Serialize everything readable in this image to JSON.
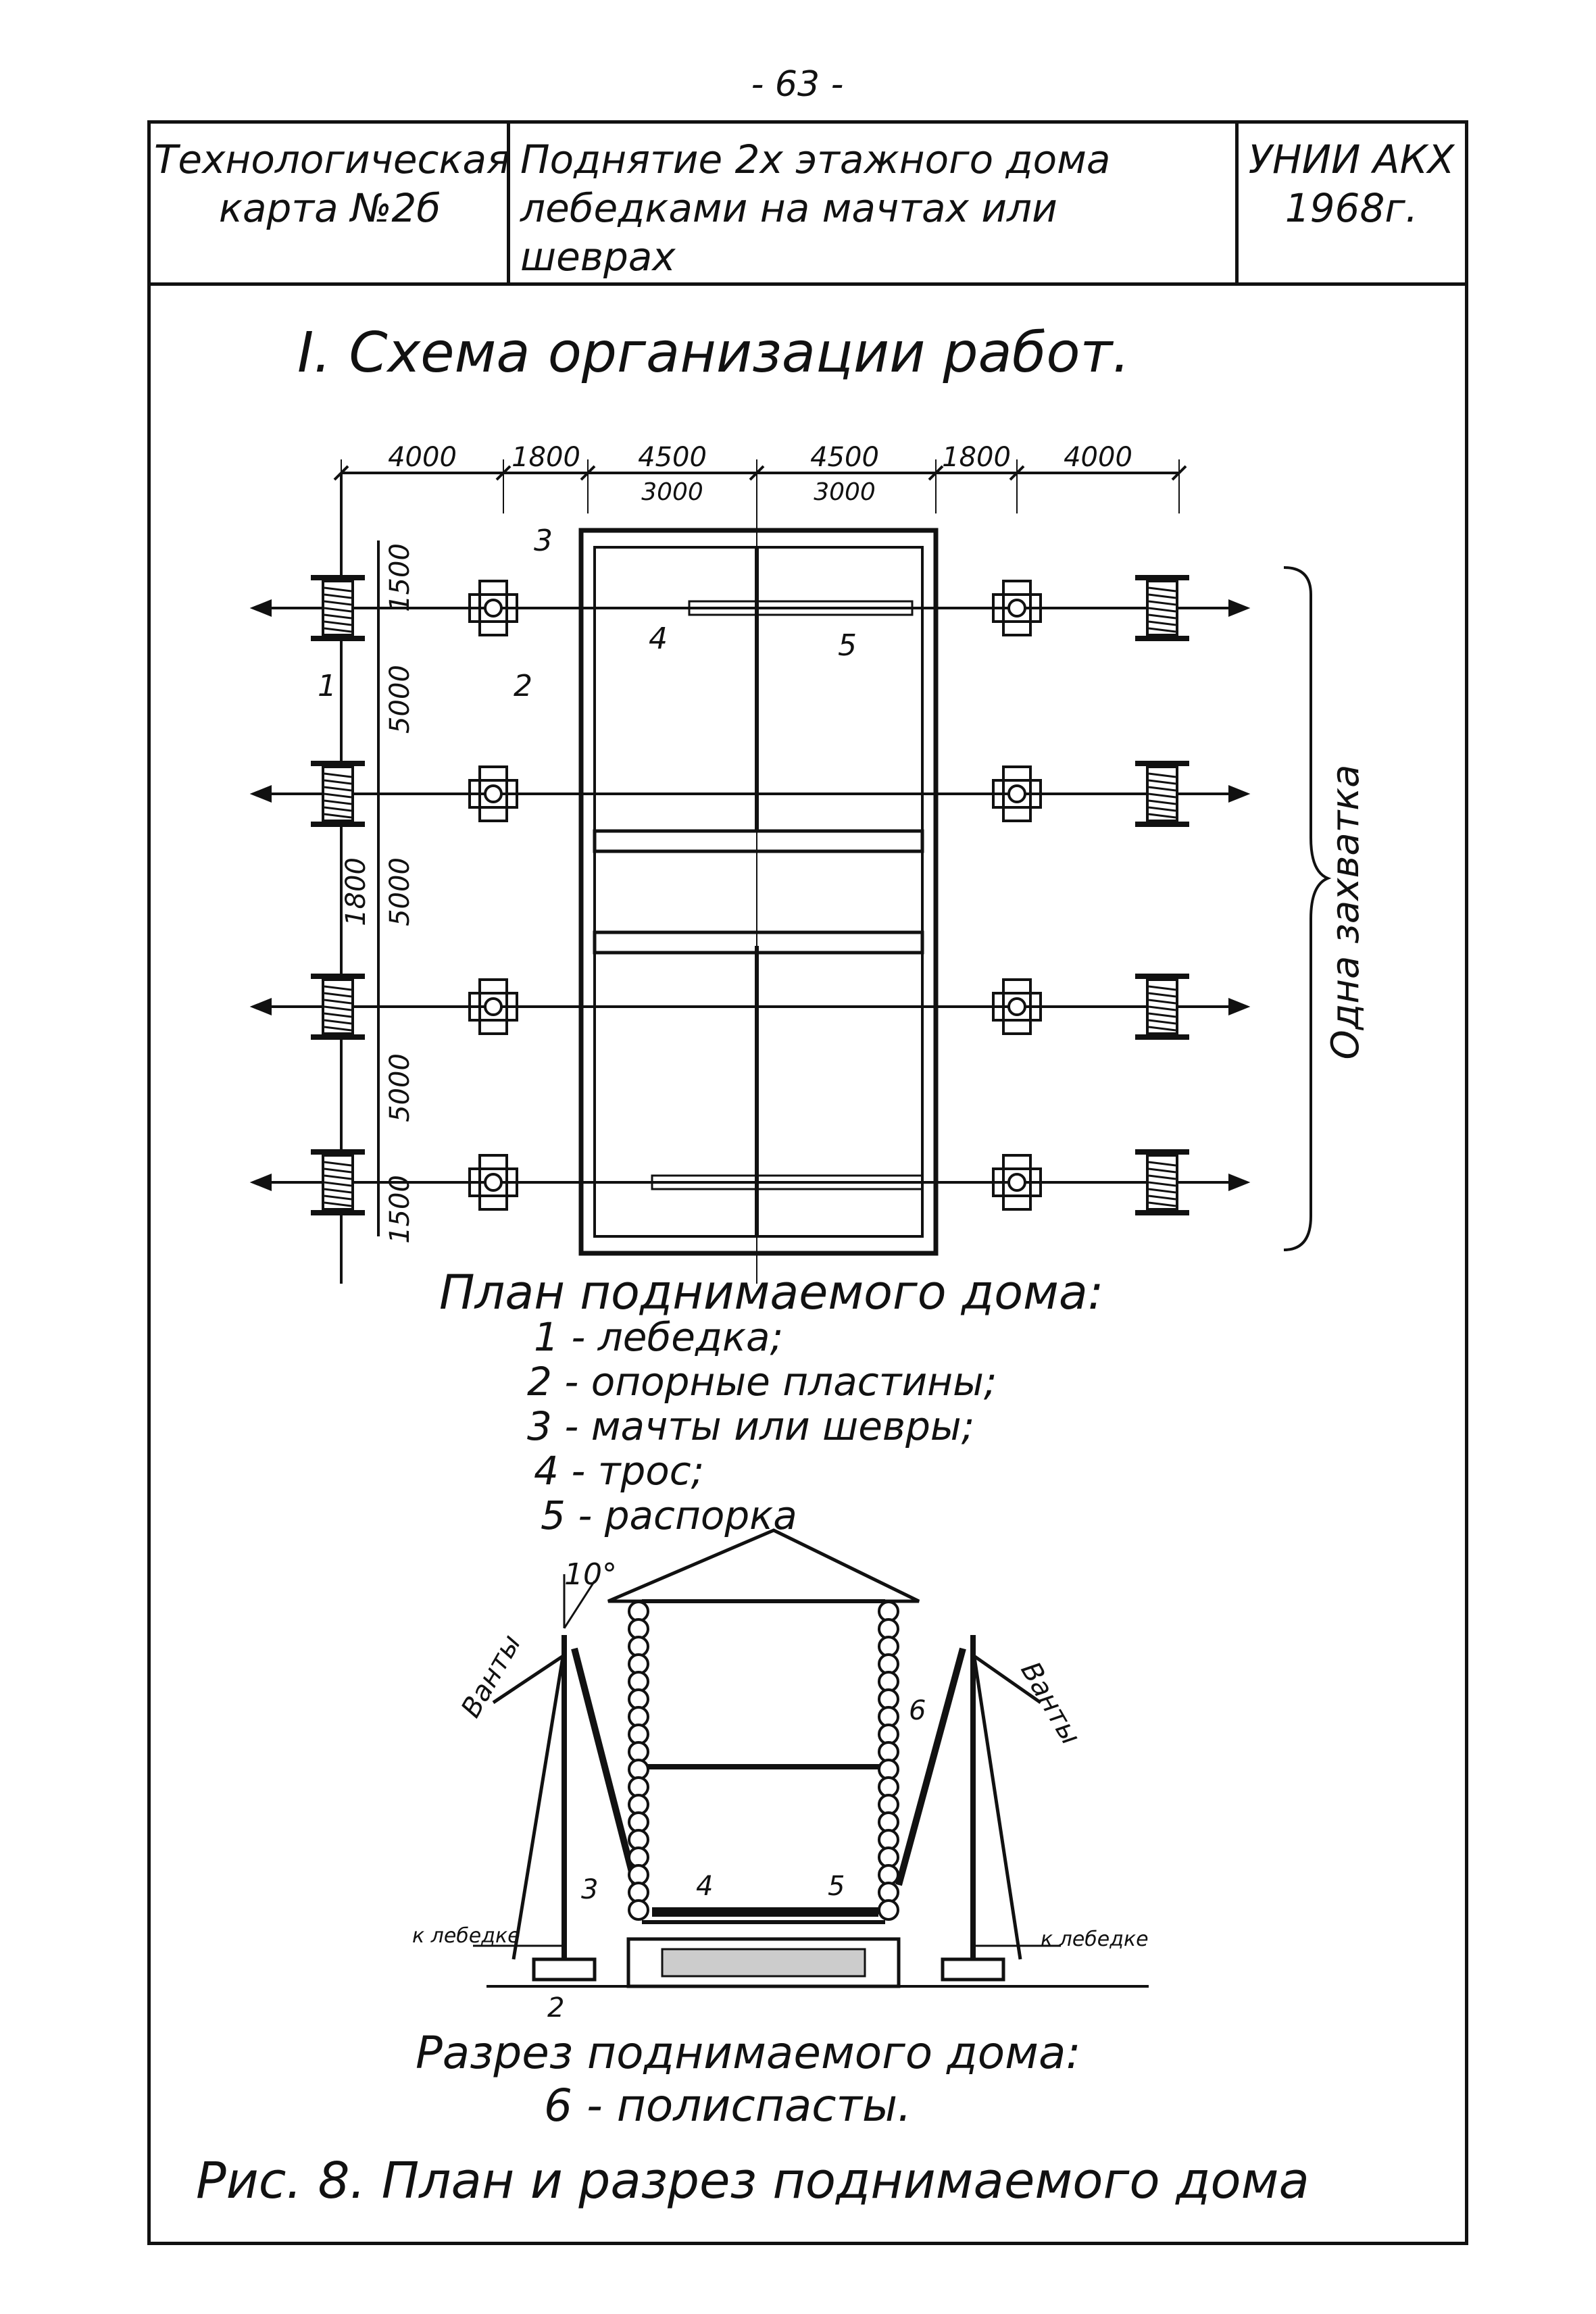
{
  "page_number": "- 63 -",
  "header": {
    "card_title_line1": "Технологическая",
    "card_title_line2": "карта №2б",
    "subject_line1": "Поднятие 2х этажного дома",
    "subject_line2": "лебедками на мачтах или",
    "subject_line3": "шеврах",
    "org_line1": "УНИИ АКХ",
    "org_line2": "1968г."
  },
  "section_title": "I. Схема организации работ.",
  "plan": {
    "top_dims": [
      "4000",
      "1800",
      "4500",
      "4500",
      "1800",
      "4000"
    ],
    "top_dims_alt": [
      "3000",
      "3000"
    ],
    "left_dims_outer": [
      "1500",
      "5000",
      "5000",
      "5000",
      "1500"
    ],
    "left_dim_inner": "1800",
    "callouts": [
      "1",
      "2",
      "3",
      "4",
      "5"
    ],
    "brace_label": "Одна захватка"
  },
  "plan_legend": {
    "heading": "План поднимаемого дома:",
    "items": [
      "1 - лебедка;",
      "2 - опорные пластины;",
      "3 - мачты или шевры;",
      "4 - трос;",
      "5 - распорка"
    ]
  },
  "section": {
    "angle": "10°",
    "left_label": "Ванты",
    "right_label": "Ванты",
    "left_winch": "к лебедке",
    "right_winch": "к лебедке",
    "callouts": [
      "2",
      "3",
      "4",
      "5",
      "6"
    ]
  },
  "section_legend": {
    "heading": "Разрез поднимаемого дома:",
    "item": "6 - полиспасты."
  },
  "figure_caption": "Рис. 8. План и разрез поднимаемого дома"
}
